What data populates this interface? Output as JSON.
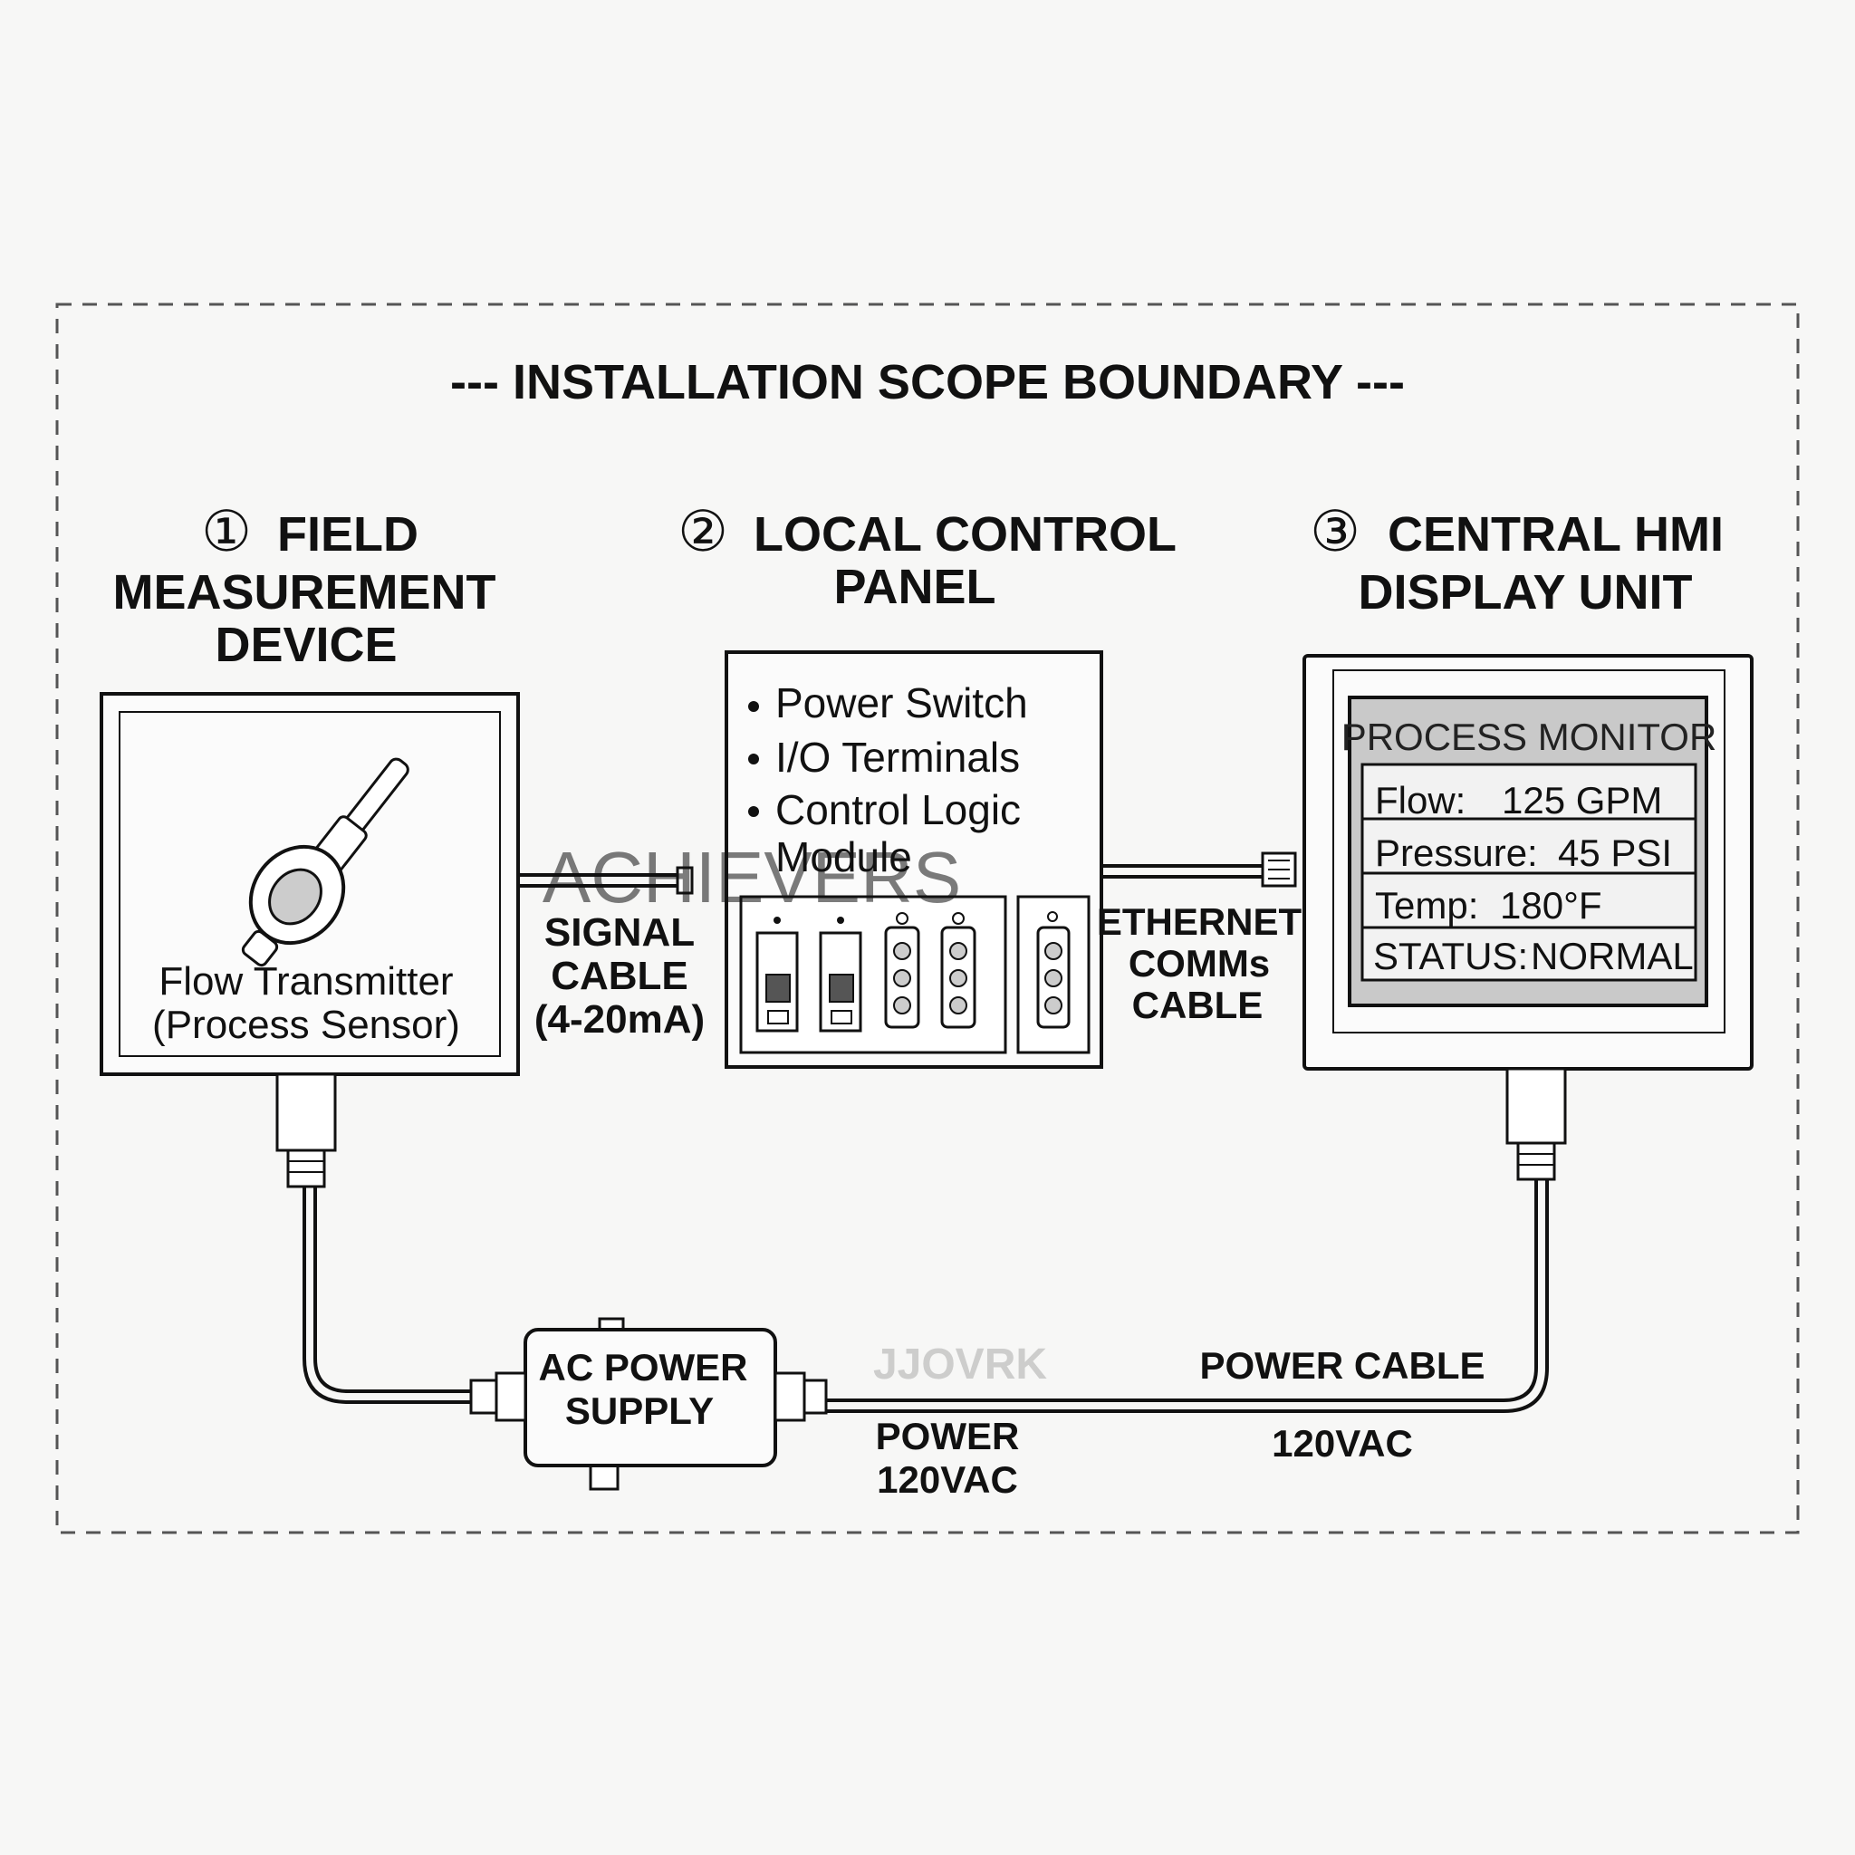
{
  "boundary": {
    "label": "--- INSTALLATION SCOPE BOUNDARY ---"
  },
  "sections": {
    "field": {
      "number": "①",
      "line1": "FIELD",
      "line2": "MEASUREMENT",
      "line3": "DEVICE"
    },
    "panel": {
      "number": "②",
      "line1": "LOCAL CONTROL",
      "line2": "PANEL"
    },
    "hmi": {
      "number": "③",
      "line1": "CENTRAL HMI",
      "line2": "DISPLAY UNIT"
    }
  },
  "transmitter": {
    "line1": "Flow Transmitter",
    "line2": "(Process Sensor)"
  },
  "panel_items": [
    "Power Switch",
    "I/O Terminals",
    "Control Logic",
    "Module"
  ],
  "screen": {
    "title": "PROCESS MONITOR",
    "rows": [
      {
        "label": "Flow:",
        "value": "125 GPM"
      },
      {
        "label": "Pressure:",
        "value": "45 PSI"
      },
      {
        "label": "Temp:",
        "value": "180°F"
      },
      {
        "label": "STATUS:",
        "value": "NORMAL"
      }
    ]
  },
  "cables": {
    "signal": [
      "SIGNAL",
      "CABLE",
      "(4-20mA)"
    ],
    "ethernet": [
      "ETHERNET",
      "COMMs",
      "CABLE"
    ],
    "power_left": [
      "POWER",
      "120VAC"
    ],
    "power_right": [
      "POWER CABLE",
      "120VAC"
    ]
  },
  "power_supply": {
    "line1": "AC POWER",
    "line2": "SUPPLY"
  },
  "watermarks": {
    "main": "ACHIEVERS",
    "faint": "JJOVRK"
  },
  "colors": {
    "ink": "#111111",
    "screen_bg": "#c9c9c9",
    "screen_cell": "#f2f2f2",
    "paper": "#f7f7f6"
  }
}
